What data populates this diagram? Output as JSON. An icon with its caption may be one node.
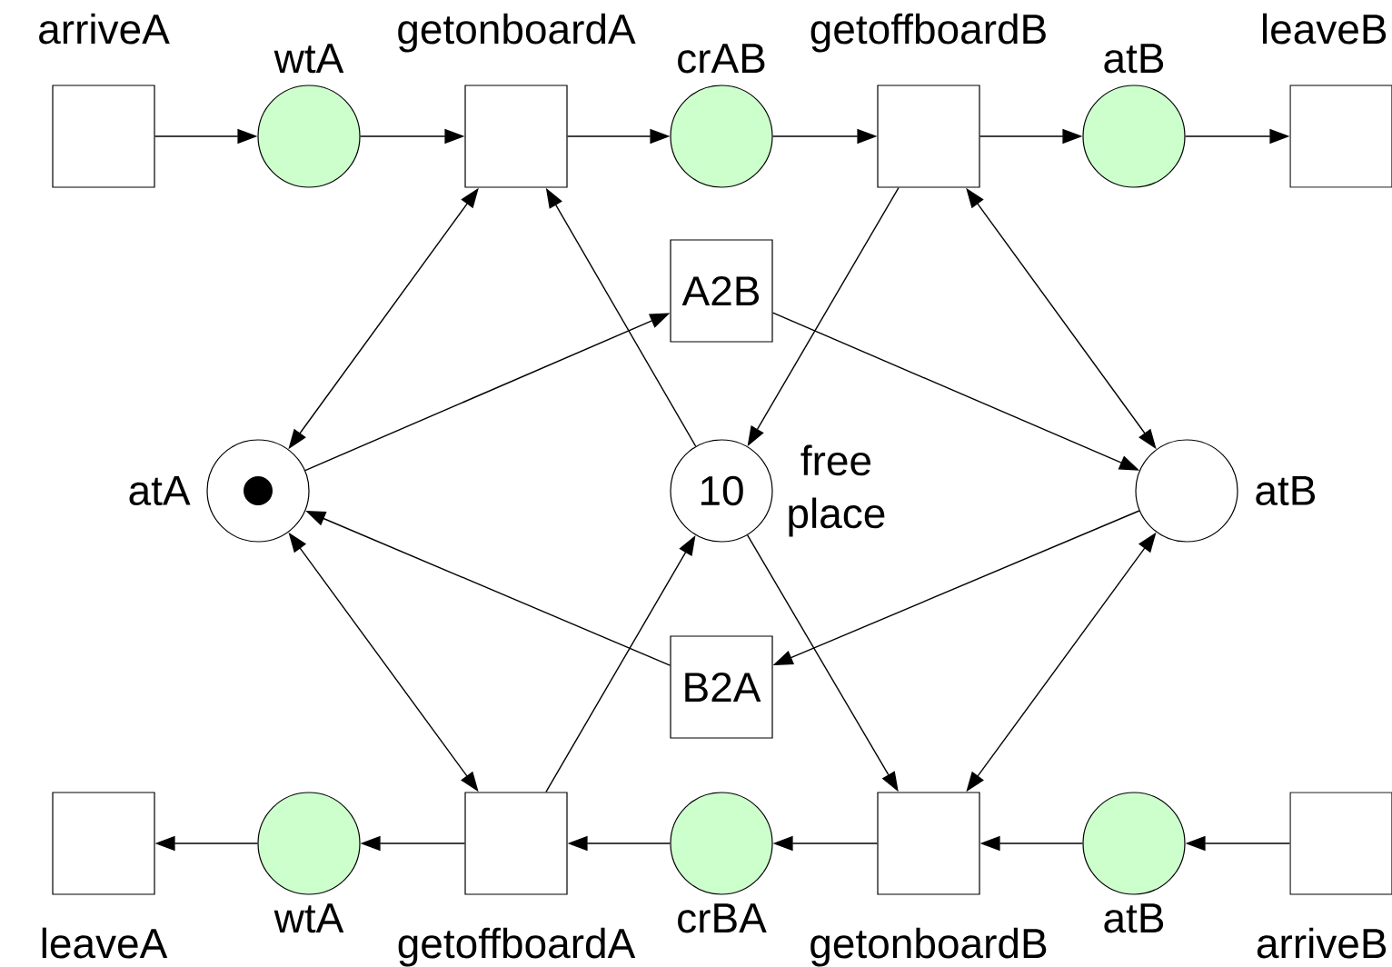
{
  "diagram": {
    "nodes": [
      {
        "text": [
          "arriveA"
        ]
      },
      {
        "text": [
          "wtA"
        ]
      },
      {
        "text": [
          "getonboardA"
        ]
      },
      {
        "text": [
          "crAB"
        ]
      },
      {
        "text": [
          "getoffboardB"
        ]
      },
      {
        "text": [
          "atB"
        ]
      },
      {
        "text": [
          "leaveB"
        ]
      },
      {
        "text": [
          "A2B"
        ]
      },
      {
        "text": [
          "atA"
        ]
      },
      {
        "text": [
          "10"
        ],
        "beside": [
          "free place"
        ]
      },
      {
        "text": [
          "atB"
        ]
      },
      {
        "text": [
          "B2A"
        ]
      },
      {
        "text": [
          "leaveA"
        ]
      },
      {
        "text": [
          "wtA"
        ]
      },
      {
        "text": [
          "getoffboardA"
        ]
      },
      {
        "text": [
          "crBA"
        ]
      },
      {
        "text": [
          "getonboardB"
        ]
      },
      {
        "text": [
          "atB"
        ]
      },
      {
        "text": [
          "arriveB"
        ]
      }
    ],
    "edges": [
      {
        "from": 0,
        "to": 1,
        "arrow": "to"
      },
      {
        "from": 1,
        "to": 2,
        "arrow": "to"
      },
      {
        "from": 2,
        "to": 3,
        "arrow": "to"
      },
      {
        "from": 3,
        "to": 4,
        "arrow": "to"
      },
      {
        "from": 4,
        "to": 5,
        "arrow": "to"
      },
      {
        "from": 5,
        "to": 6,
        "arrow": "to"
      },
      {
        "from": 18,
        "to": 17,
        "arrow": "to"
      },
      {
        "from": 17,
        "to": 16,
        "arrow": "to"
      },
      {
        "from": 16,
        "to": 15,
        "arrow": "to"
      },
      {
        "from": 15,
        "to": 14,
        "arrow": "to"
      },
      {
        "from": 14,
        "to": 13,
        "arrow": "to"
      },
      {
        "from": 13,
        "to": 12,
        "arrow": "to"
      },
      {
        "from": 2,
        "to": 8,
        "arrow": "both"
      },
      {
        "from": 8,
        "to": 7,
        "arrow": "to"
      },
      {
        "from": 9,
        "to": 2,
        "arrow": "to"
      },
      {
        "from": 4,
        "to": 9,
        "arrow": "to"
      },
      {
        "from": 4,
        "to": 10,
        "arrow": "both"
      },
      {
        "from": 7,
        "to": 10,
        "arrow": "to"
      },
      {
        "from": 10,
        "to": 11,
        "arrow": "to"
      },
      {
        "from": 11,
        "to": 8,
        "arrow": "to"
      },
      {
        "from": 8,
        "to": 14,
        "arrow": "both"
      },
      {
        "from": 14,
        "to": 9,
        "arrow": "to"
      },
      {
        "from": 9,
        "to": 16,
        "arrow": "to"
      },
      {
        "from": 10,
        "to": 16,
        "arrow": "both"
      }
    ]
  }
}
